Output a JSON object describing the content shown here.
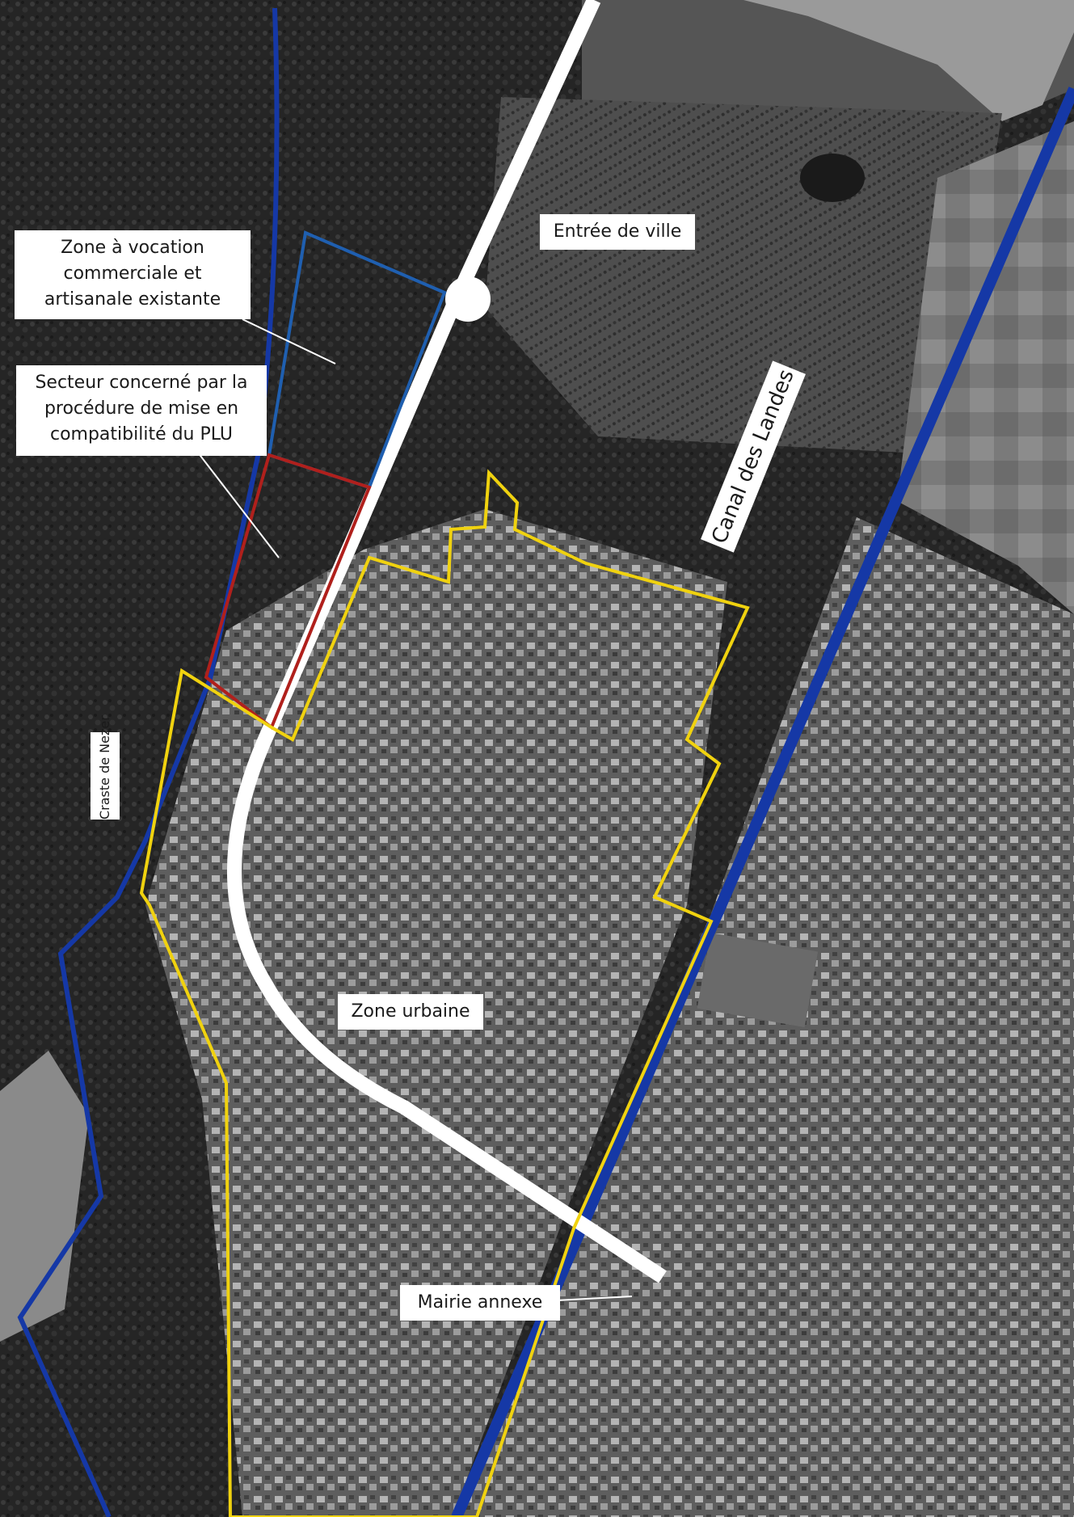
{
  "map": {
    "labels": {
      "entree": "Entrée de ville",
      "zone_commerciale": "Zone à vocation commerciale et artisanale existante",
      "secteur": "Secteur concerné par la procédure de mise en compatibilité du PLU",
      "canal": "Canal des Landes",
      "craste": "Craste de Nezer",
      "zone_urbaine": "Zone urbaine",
      "mairie": "Mairie annexe"
    },
    "legend_colors": {
      "waterway": "#1538a6",
      "road": "#ffffff",
      "commercial_zone": "#1f5fb0",
      "procedure_sector": "#b0201c",
      "urban_zone": "#f0d20f"
    }
  }
}
